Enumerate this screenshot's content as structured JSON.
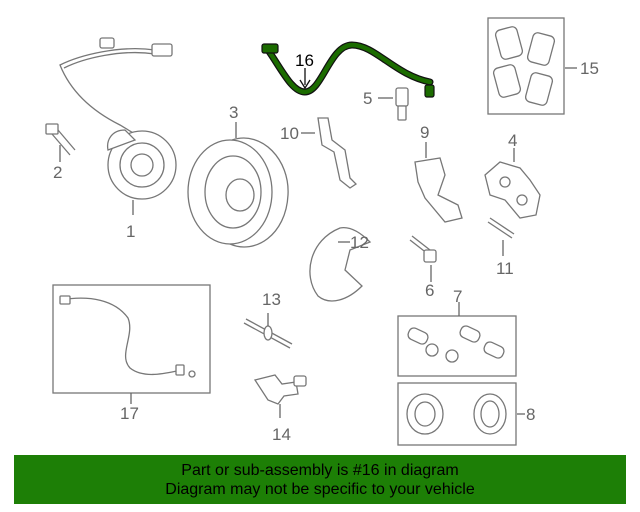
{
  "diagram": {
    "highlighted_part": "16",
    "callouts": {
      "c1": "1",
      "c2": "2",
      "c3": "3",
      "c4": "4",
      "c5": "5",
      "c6": "6",
      "c7": "7",
      "c8": "8",
      "c9": "9",
      "c10": "10",
      "c11": "11",
      "c12": "12",
      "c13": "13",
      "c14": "14",
      "c15": "15",
      "c16": "16",
      "c17": "17"
    },
    "colors": {
      "highlight": "#1b6b00",
      "parts": "#777777",
      "banner": "#1d7f06"
    }
  },
  "banner": {
    "line1": "Part or sub-assembly is #16 in diagram",
    "line2": "Diagram may not be specific to your vehicle"
  }
}
